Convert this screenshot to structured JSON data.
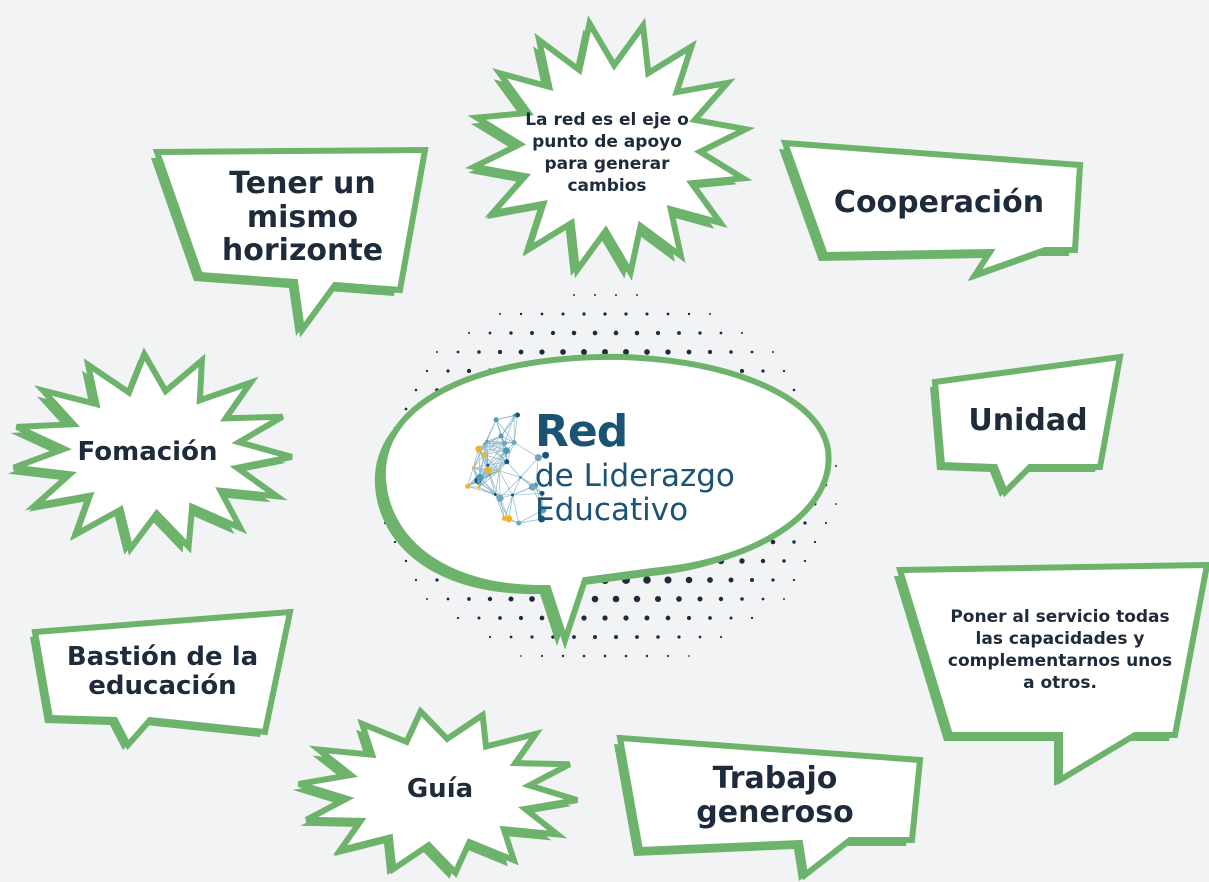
{
  "colors": {
    "background": "#f2f3f5",
    "bubble_fill": "#ffffff",
    "bubble_stroke": "#6db36b",
    "text": "#1d2b3a",
    "logo_blue": "#1b5374",
    "dots": "#1d2b3a",
    "node_yellow": "#f0b429",
    "node_teal": "#4a9db0"
  },
  "center_logo": {
    "line1": "Red",
    "line2": "de Liderazgo",
    "line3": "Educativo",
    "icon": "network-globe-icon"
  },
  "bubbles": {
    "top_center": "La red es el eje o punto de apoyo para generar cambios",
    "top_left": "Tener un mismo horizonte",
    "top_right": "Cooperación",
    "mid_left": "Fomación",
    "mid_right": "Unidad",
    "lower_left": "Bastión de la educación",
    "lower_right": "Poner al servicio todas las capacidades y complementarnos unos a otros.",
    "bottom_left": "Guía",
    "bottom_right": "Trabajo generoso"
  }
}
